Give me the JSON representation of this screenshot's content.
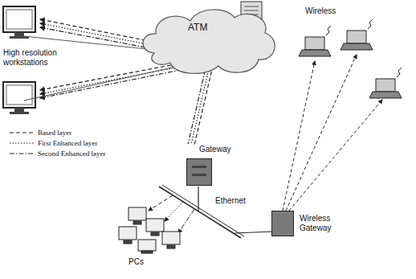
{
  "diagram": {
    "nodes": [
      {
        "text": [
          "ATM"
        ]
      },
      {
        "text": [
          "Gateway"
        ]
      },
      {
        "text": [
          "Wireless Gateway"
        ]
      }
    ],
    "edges": [
      {
        "from": 0,
        "to": 1,
        "arrow": "none"
      }
    ],
    "labels": [
      "High resolution workstations",
      "Ethernet",
      "PCs",
      "Wireless"
    ],
    "legend": [
      {
        "text": "Based layer"
      },
      {
        "text": "First Enhanced layer"
      },
      {
        "text": "Second Enhanced layer"
      }
    ]
  }
}
